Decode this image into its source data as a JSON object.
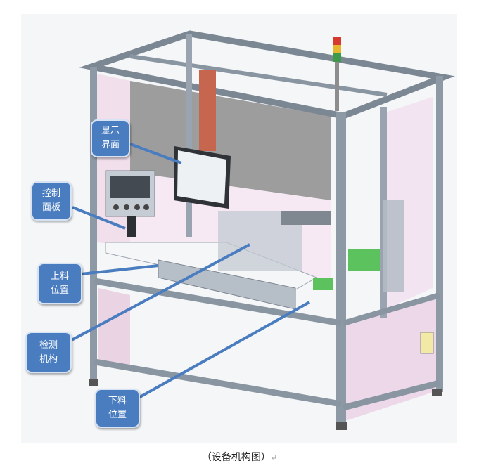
{
  "callouts": {
    "display": {
      "line1": "显示",
      "line2": "界面"
    },
    "control": {
      "line1": "控制",
      "line2": "面板"
    },
    "loading": {
      "line1": "上料",
      "line2": "位置"
    },
    "inspection": {
      "line1": "检测",
      "line2": "机构"
    },
    "unloading": {
      "line1": "下料",
      "line2": "位置"
    }
  },
  "caption": {
    "text": "（设备机构图）",
    "return_mark": "↵"
  }
}
